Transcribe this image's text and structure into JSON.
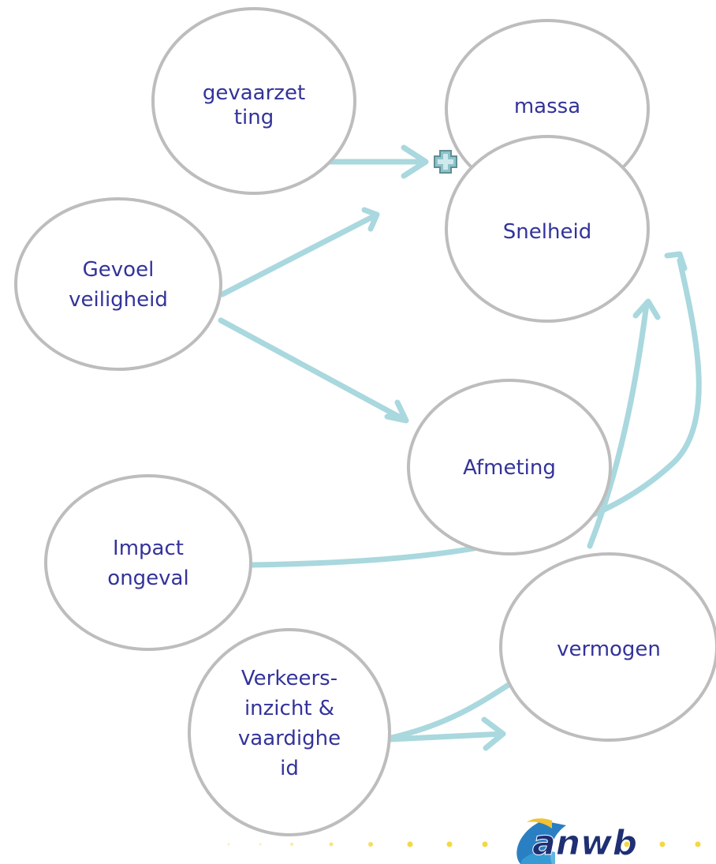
{
  "nodes": {
    "gevaarzetting": [
      "gevaarzet",
      "ting"
    ],
    "massa": [
      "massa"
    ],
    "snelheid": [
      "Snelheid"
    ],
    "gevoel_veiligheid": [
      "Gevoel",
      "veiligheid"
    ],
    "afmeting": [
      "Afmeting"
    ],
    "impact_ongeval": [
      "Impact",
      "ongeval"
    ],
    "vermogen": [
      "vermogen"
    ],
    "verkeersinzicht": [
      "Verkeers-",
      "inzicht &",
      "vaardighe",
      "id"
    ]
  },
  "logo": {
    "text": "anwb"
  },
  "colors": {
    "node_stroke": "#bdbdbd",
    "node_text": "#33339a",
    "arrow": "#a9d8de",
    "plus": "#8fc3c9",
    "dots": "#f5d842",
    "logo_blue": "#1e2f73"
  }
}
